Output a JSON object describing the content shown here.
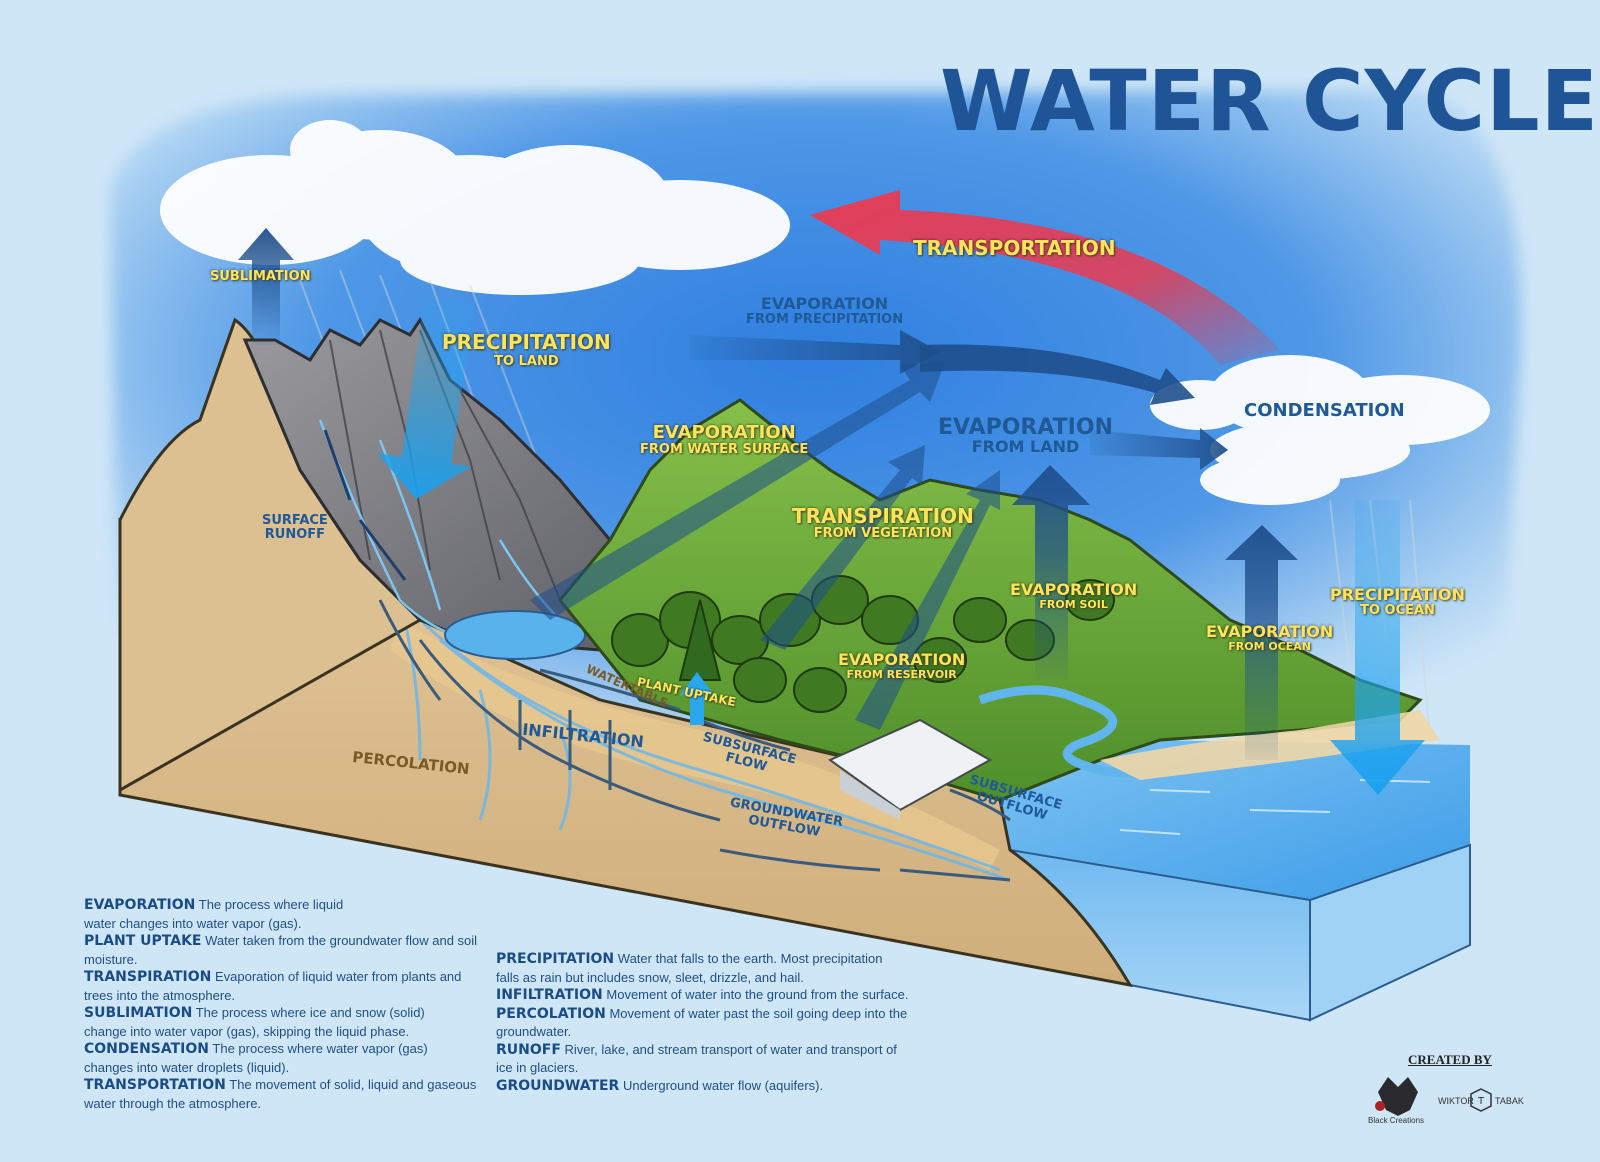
{
  "title": "WATER CYCLE",
  "labels": {
    "sublimation": "SUBLIMATION",
    "precipitation_land_1": "PRECIPITATION",
    "precipitation_land_2": "TO LAND",
    "evap_precip_1": "EVAPORATION",
    "evap_precip_2": "FROM PRECIPITATION",
    "transportation": "TRANSPORTATION",
    "condensation": "CONDENSATION",
    "evap_water_1": "EVAPORATION",
    "evap_water_2": "FROM WATER SURFACE",
    "evap_land_1": "EVAPORATION",
    "evap_land_2": "FROM LAND",
    "transpiration_1": "TRANSPIRATION",
    "transpiration_2": "FROM VEGETATION",
    "surface_runoff_1": "SURFACE",
    "surface_runoff_2": "RUNOFF",
    "evap_soil_1": "EVAPORATION",
    "evap_soil_2": "FROM SOIL",
    "precip_ocean_1": "PRECIPITATION",
    "precip_ocean_2": "TO OCEAN",
    "evap_ocean_1": "EVAPORATION",
    "evap_ocean_2": "FROM OCEAN",
    "evap_reservoir_1": "EVAPORATION",
    "evap_reservoir_2": "FROM RESERVOIR",
    "plant_uptake": "PLANT UPTAKE",
    "watertable": "WATERTABLE",
    "infiltration": "INFILTRATION",
    "subsurface_flow_1": "SUBSURFACE",
    "subsurface_flow_2": "FLOW",
    "percolation": "PERCOLATION",
    "groundwater_outflow_1": "GROUNDWATER",
    "groundwater_outflow_2": "OUTFLOW",
    "subsurface_outflow_1": "SUBSURFACE",
    "subsurface_outflow_2": "OUTFLOW"
  },
  "definitions_left": [
    {
      "term": "EVAPORATION",
      "lines": [
        "The process where liquid",
        "water changes into water vapor (gas)."
      ]
    },
    {
      "term": "PLANT UPTAKE",
      "lines": [
        "Water taken from the groundwater flow and soil",
        "moisture."
      ]
    },
    {
      "term": "TRANSPIRATION",
      "lines": [
        "Evaporation of liquid water from plants and",
        "trees into the atmosphere."
      ]
    },
    {
      "term": "SUBLIMATION",
      "lines": [
        "The process where ice and snow (solid)",
        "change into water vapor (gas), skipping the liquid phase."
      ]
    },
    {
      "term": "CONDENSATION",
      "lines": [
        "The process where water vapor (gas)",
        "changes into water droplets (liquid)."
      ]
    },
    {
      "term": "TRANSPORTATION",
      "lines": [
        "The movement of solid, liquid and gaseous",
        "water through the atmosphere."
      ]
    }
  ],
  "definitions_right": [
    {
      "term": "PRECIPITATION",
      "lines": [
        "Water that falls to the earth. Most precipitation",
        "falls as rain but includes snow, sleet, drizzle, and hail."
      ]
    },
    {
      "term": "INFILTRATION",
      "lines": [
        "Movement of water into the ground from the surface."
      ]
    },
    {
      "term": "PERCOLATION",
      "lines": [
        "Movement of water past the soil going deep into the",
        "groundwater."
      ]
    },
    {
      "term": "RUNOFF",
      "lines": [
        "River, lake, and stream transport of water and transport of",
        "ice in glaciers."
      ]
    },
    {
      "term": "GROUNDWATER",
      "lines": [
        "Underground water flow (aquifers)."
      ]
    }
  ],
  "credits": {
    "created_by": "CREATED BY",
    "brand_1": "Black Creations",
    "brand_2_a": "WIKTOR",
    "brand_2_b": "TABAK"
  },
  "colors": {
    "title": "#1f5597",
    "label_yellow": "#ffe45a",
    "label_blue": "#1f5a96",
    "arrow_blue": "#1e4f8c",
    "transport_red": "#e0405a",
    "soil": "#d7b98a",
    "ocean": "#5ab0ee",
    "vegetation": "#6fae3a"
  }
}
